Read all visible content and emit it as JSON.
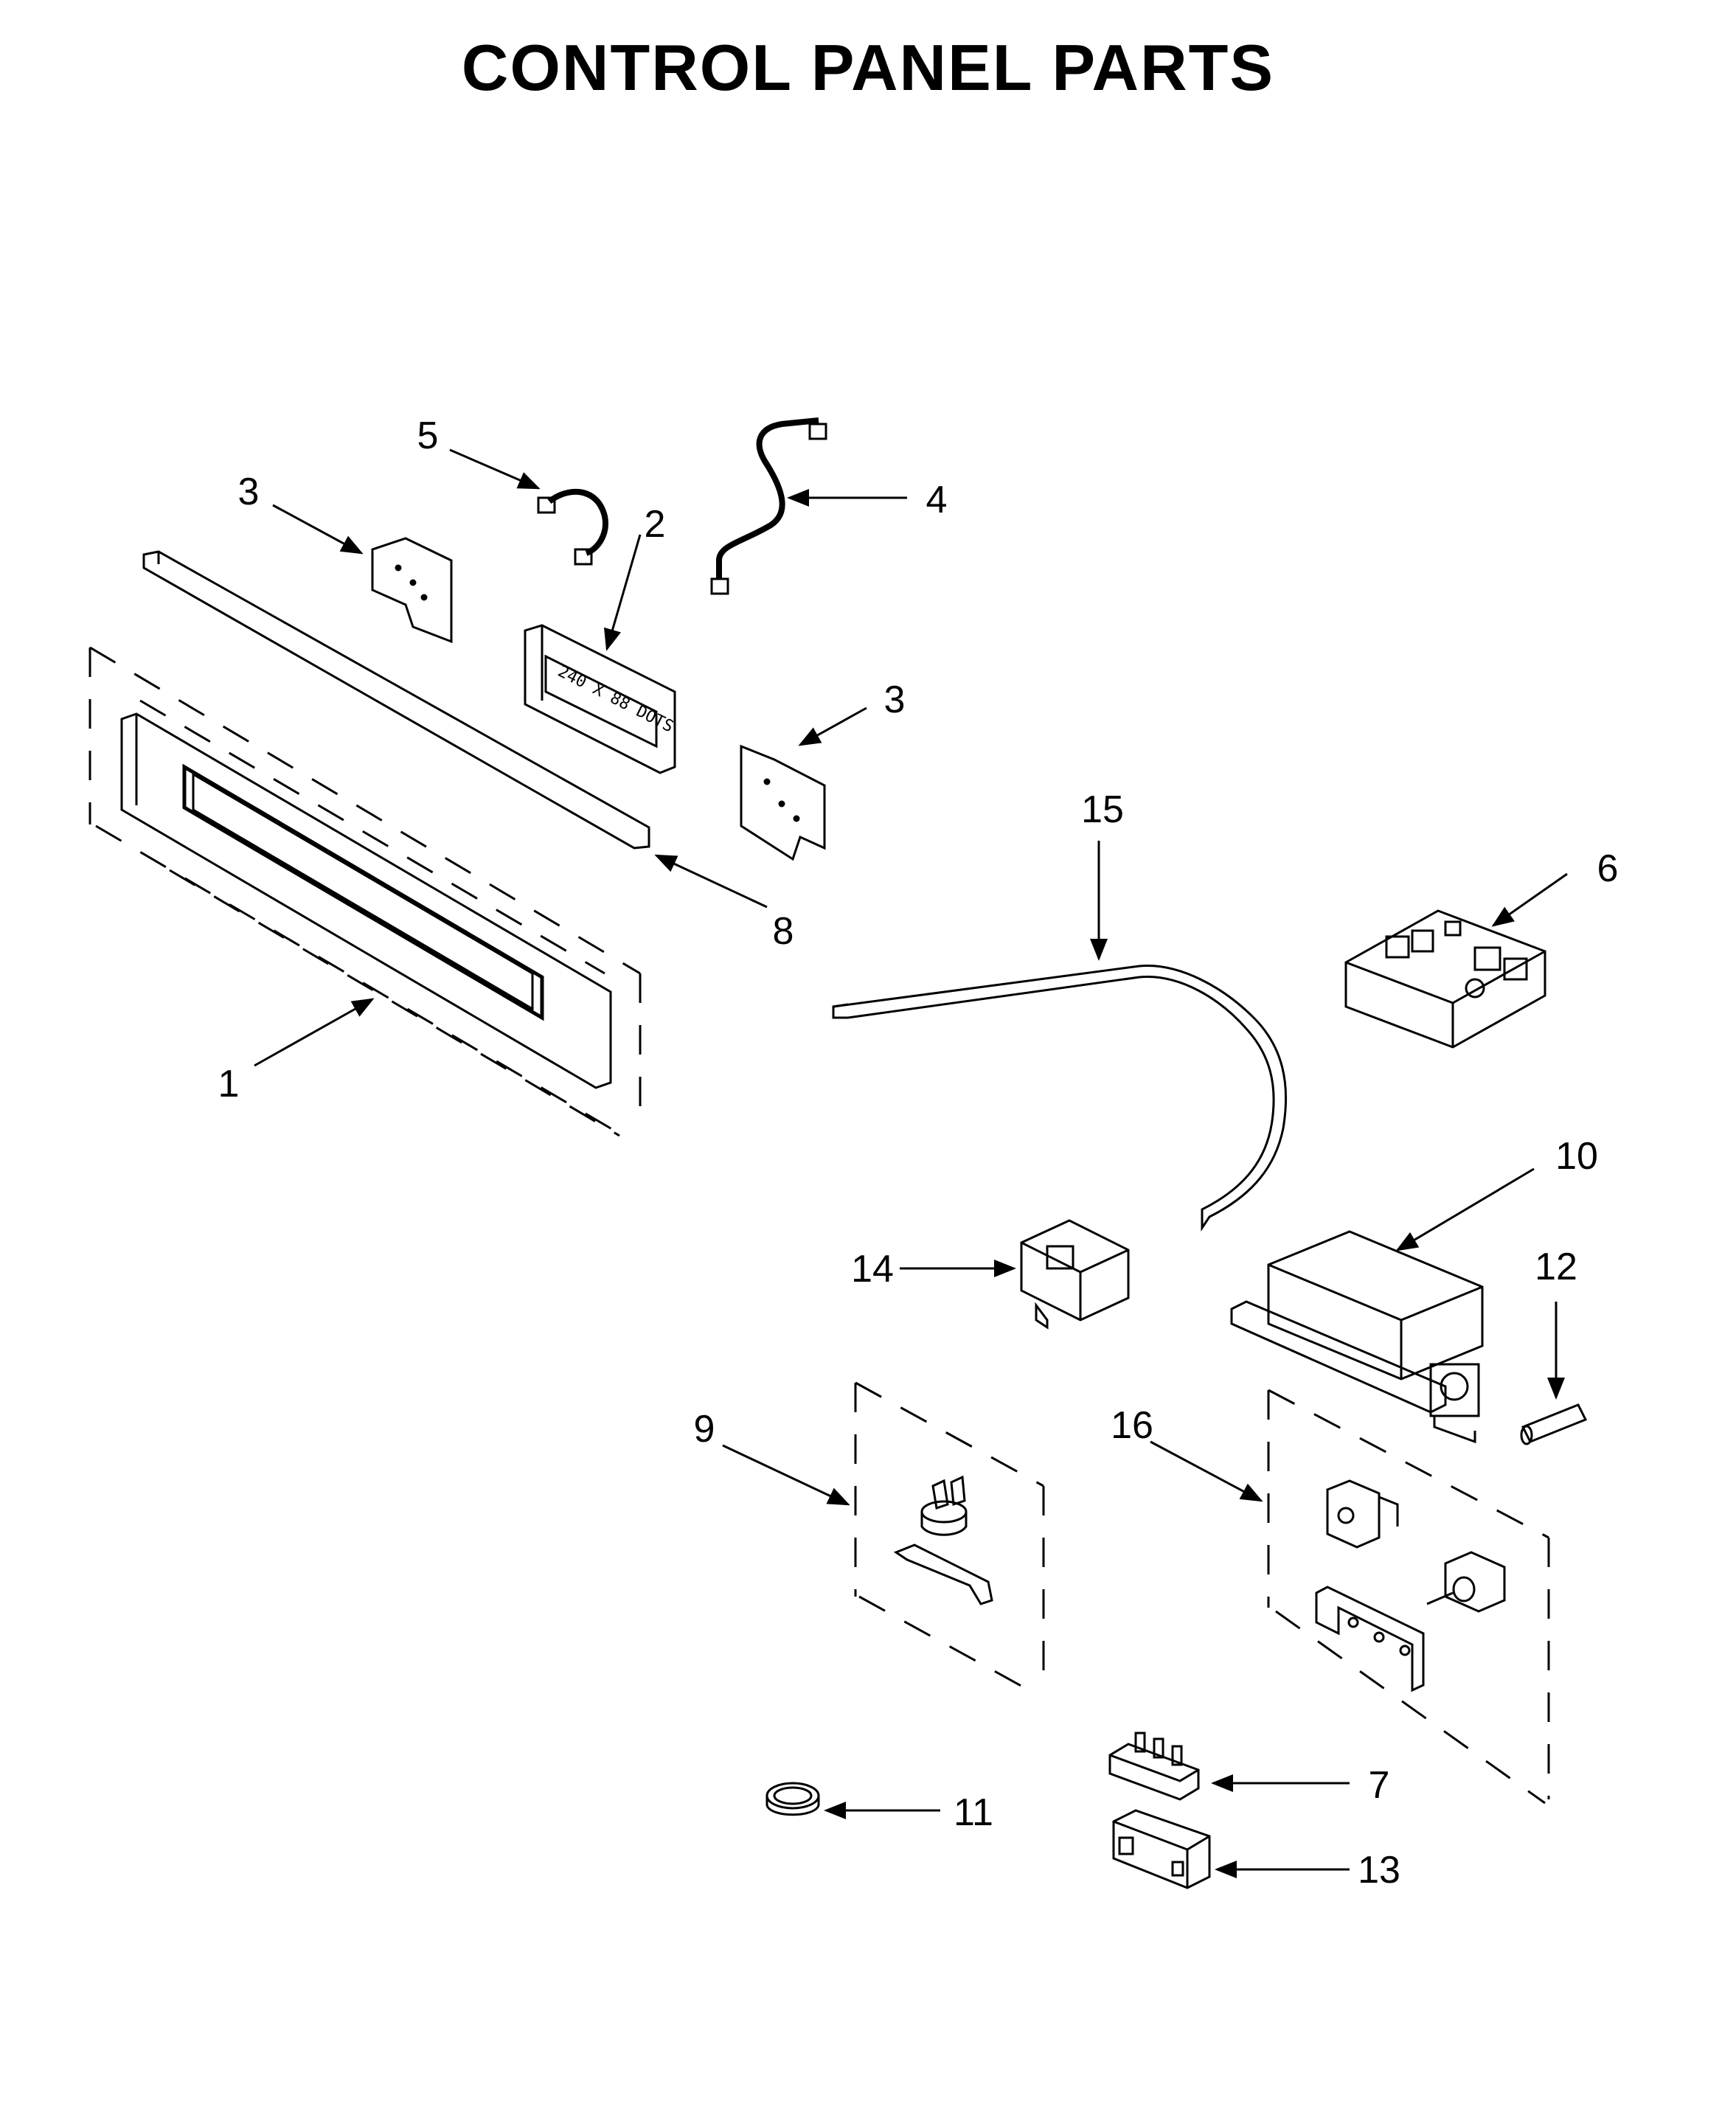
{
  "title": "CONTROL PANEL PARTS",
  "display_text": "240 X 88 DOTS",
  "callouts": [
    "1",
    "2",
    "3",
    "3",
    "4",
    "5",
    "6",
    "7",
    "8",
    "9",
    "10",
    "11",
    "12",
    "13",
    "14",
    "15",
    "16"
  ]
}
